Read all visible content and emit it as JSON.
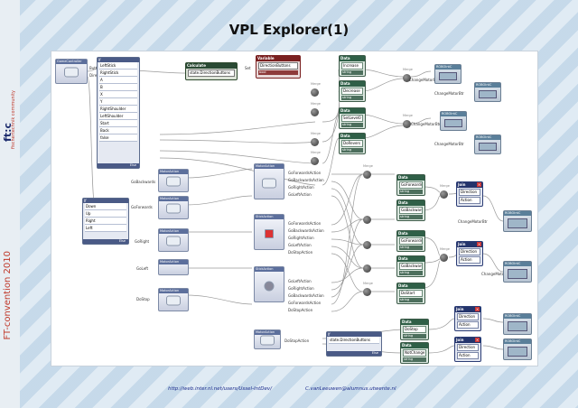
{
  "page": {
    "title": "VPL Explorer(1)"
  },
  "sidebar": {
    "brand": "ft:c",
    "brand_sub": "fischertechnik community",
    "convention": "FT-convention 2010"
  },
  "footer": {
    "url": "http://web.inter.nl.net/users/Ussel-IntDev/",
    "email": "C.vanLeeuwen@alumnus.utwente.nl"
  },
  "diagram": {
    "gamecontroller": "GameController",
    "buttons_port": "Buttons",
    "direction_port": "Direction",
    "if_top": {
      "title": "If",
      "items": [
        "LeftStick",
        "RightStick",
        "A",
        "B",
        "X",
        "Y",
        "RightShoulder",
        "LeftShoulder",
        "Start",
        "Back",
        "false"
      ],
      "footer": "Else"
    },
    "if_left": {
      "title": "If",
      "items": [
        "Down",
        "Up",
        "Right",
        "Left"
      ],
      "footer": "Else"
    },
    "calculate": {
      "title": "Calculate",
      "value": "state.DirectionButtons"
    },
    "set_port": "Set",
    "variable": {
      "title": "Variable",
      "value": "DirectionButtons",
      "type": "bool"
    },
    "top_data": [
      {
        "title": "Data",
        "value": "Increase",
        "type": "string"
      },
      {
        "title": "Data",
        "value": "Decrease",
        "type": "string"
      },
      {
        "title": "Data",
        "value": "SetLevel0",
        "type": "string"
      },
      {
        "title": "Data",
        "value": "DoRevers",
        "type": "string"
      }
    ],
    "merge_label": "Merge",
    "changemotor": [
      "ChangeMotorBtr",
      "ChangeMotorBtr",
      "ChangeMotorBtr",
      "ChangeMotorBtr"
    ],
    "robo_top": [
      "ROBOIntC",
      "ROBOIntC"
    ],
    "motoraction_left": [
      "MotorAction",
      "MotorAction",
      "MotorAction",
      "MotorAction",
      "MotorAction"
    ],
    "left_ports": [
      "GoBackwards",
      "GoForwards",
      "GoRight",
      "GoLeft",
      "DoStop"
    ],
    "center_blocks": [
      "MotorAction",
      "StickAction",
      "StickAction",
      "MotorAction"
    ],
    "center_group1": [
      "GoForwardsAction",
      "GoBackwardsAction",
      "GoRightAction",
      "GoLeftAction"
    ],
    "center_group2": [
      "GoForwardsAction",
      "GoBackwardsAction",
      "GoRightAction",
      "GoLeftAction",
      "DoStopAction"
    ],
    "center_group3": [
      "GoLeftAction",
      "GoRightAction",
      "GoBackwardsAction",
      "GoForwardsAction",
      "DoStopAction"
    ],
    "dostop_action": "DoStopAction",
    "bottom_if": {
      "title": "If",
      "value": "state.DirectionButtons"
    },
    "right_data": [
      {
        "title": "Data",
        "value": "GoForwards",
        "type": "string"
      },
      {
        "title": "Data",
        "value": "GoBackwards",
        "type": "string"
      },
      {
        "title": "Data",
        "value": "GoForwards",
        "type": "string"
      },
      {
        "title": "Data",
        "value": "GoBackwards",
        "type": "string"
      },
      {
        "title": "Data",
        "value": "DoStart",
        "type": "string"
      },
      {
        "title": "Data",
        "value": "DoStop",
        "type": "string"
      },
      {
        "title": "Data",
        "value": "NotChange",
        "type": "string"
      }
    ],
    "joins": [
      {
        "title": "Join",
        "rows": [
          "Direction",
          "Action"
        ]
      },
      {
        "title": "Join",
        "rows": [
          "Direction",
          "Action"
        ]
      },
      {
        "title": "Join",
        "rows": [
          "Direction",
          "Action"
        ]
      },
      {
        "title": "Join",
        "rows": [
          "Direction",
          "Action"
        ]
      }
    ],
    "robo_right": [
      "ROBOIntC",
      "ROBOIntC",
      "ROBOIntC",
      "ROBOIntC"
    ]
  }
}
